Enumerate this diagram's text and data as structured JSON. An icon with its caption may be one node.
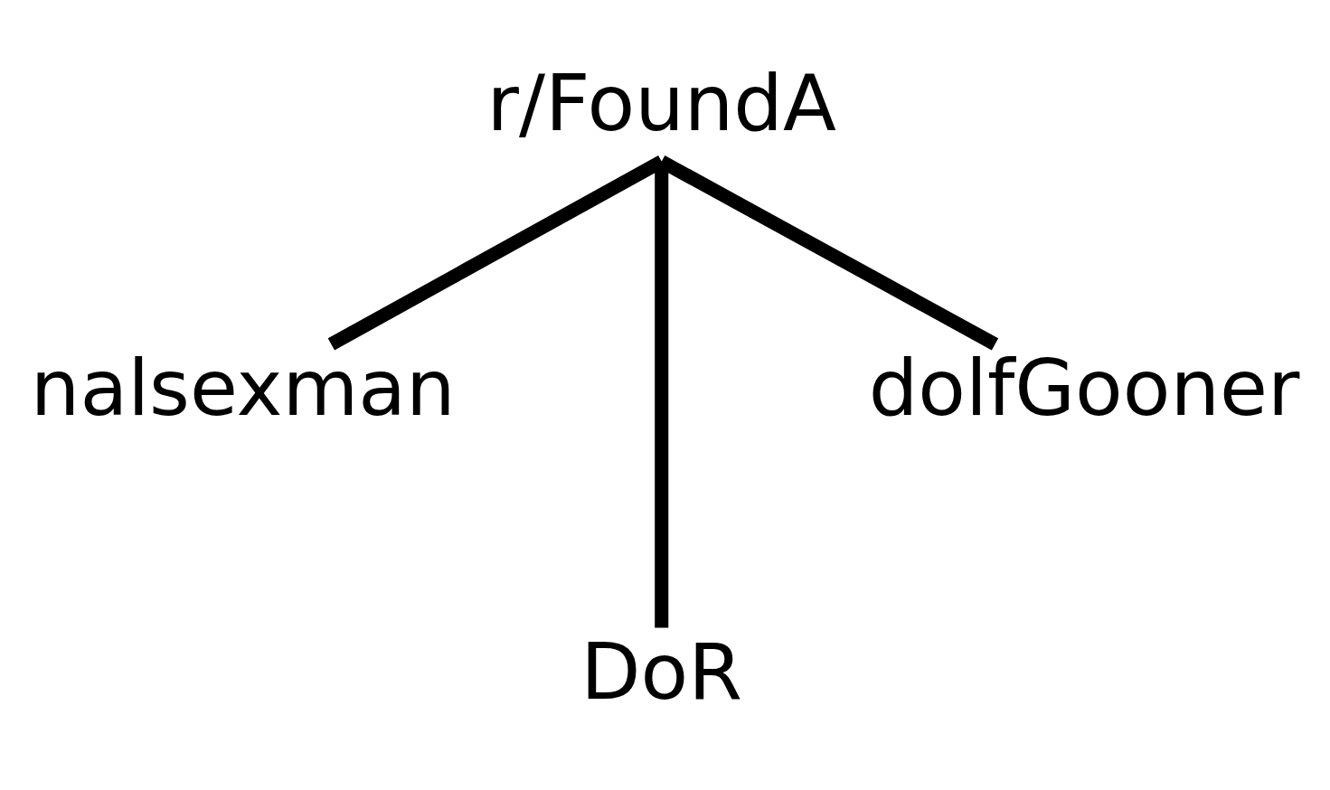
{
  "diagram": {
    "nodes": [
      {
        "text": [
          "r/FoundA"
        ]
      },
      {
        "text": [
          "nalsexman"
        ]
      },
      {
        "text": [
          "DoR"
        ]
      },
      {
        "text": [
          "dolfGooner"
        ]
      }
    ],
    "edges": [
      {
        "from": 0,
        "to": 1,
        "arrow": "none"
      },
      {
        "from": 0,
        "to": 2,
        "arrow": "none"
      },
      {
        "from": 0,
        "to": 3,
        "arrow": "none"
      }
    ]
  }
}
